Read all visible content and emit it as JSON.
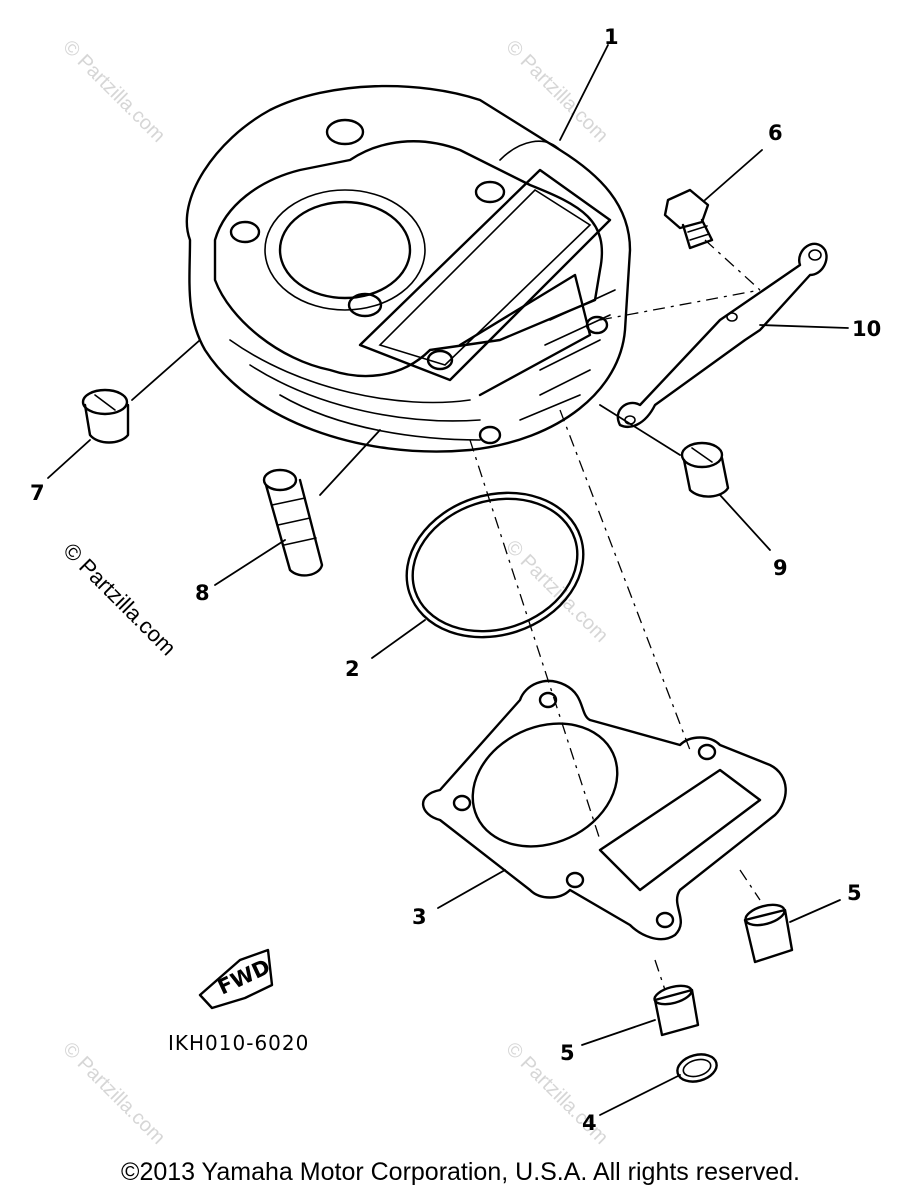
{
  "diagram": {
    "callouts": [
      {
        "id": "1",
        "part": "cylinder"
      },
      {
        "id": "2",
        "part": "o-ring"
      },
      {
        "id": "3",
        "part": "cylinder-gasket"
      },
      {
        "id": "4",
        "part": "small-o-ring"
      },
      {
        "id": "5",
        "part": "dowel-pin"
      },
      {
        "id": "5",
        "part": "dowel-pin"
      },
      {
        "id": "6",
        "part": "bolt"
      },
      {
        "id": "7",
        "part": "plug"
      },
      {
        "id": "8",
        "part": "stud-bolt"
      },
      {
        "id": "9",
        "part": "plug"
      },
      {
        "id": "10",
        "part": "bracket"
      }
    ],
    "direction_arrow": "FWD",
    "diagram_code": "IKH010-6020"
  },
  "watermark": {
    "text": "© Partzilla.com"
  },
  "footer": {
    "copyright": "©2013 Yamaha Motor Corporation, U.S.A. All rights reserved."
  }
}
